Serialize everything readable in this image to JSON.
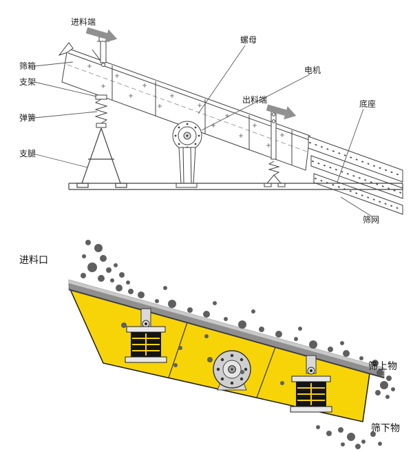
{
  "top_diagram": {
    "labels": {
      "feed_end": "进料端",
      "nut": "螺母",
      "screen_box": "筛箱",
      "support_frame": "支架",
      "motor": "电机",
      "discharge_end": "出料端",
      "spring": "弹簧",
      "base": "底座",
      "support_leg": "支腿",
      "screen_mesh": "筛网"
    }
  },
  "bottom_diagram": {
    "labels": {
      "feed_inlet": "进料口",
      "oversize_material": "筛上物",
      "undersize_material": "筛下物"
    }
  },
  "colors": {
    "screen_body_yellow": "#f7d408",
    "deck_gray": "#8f8f8f",
    "deck_highlight": "#c9c9c9",
    "particle_gray": "#5f5f5f",
    "arrow_gray": "#909090",
    "line_dark": "#3f3f3f"
  }
}
